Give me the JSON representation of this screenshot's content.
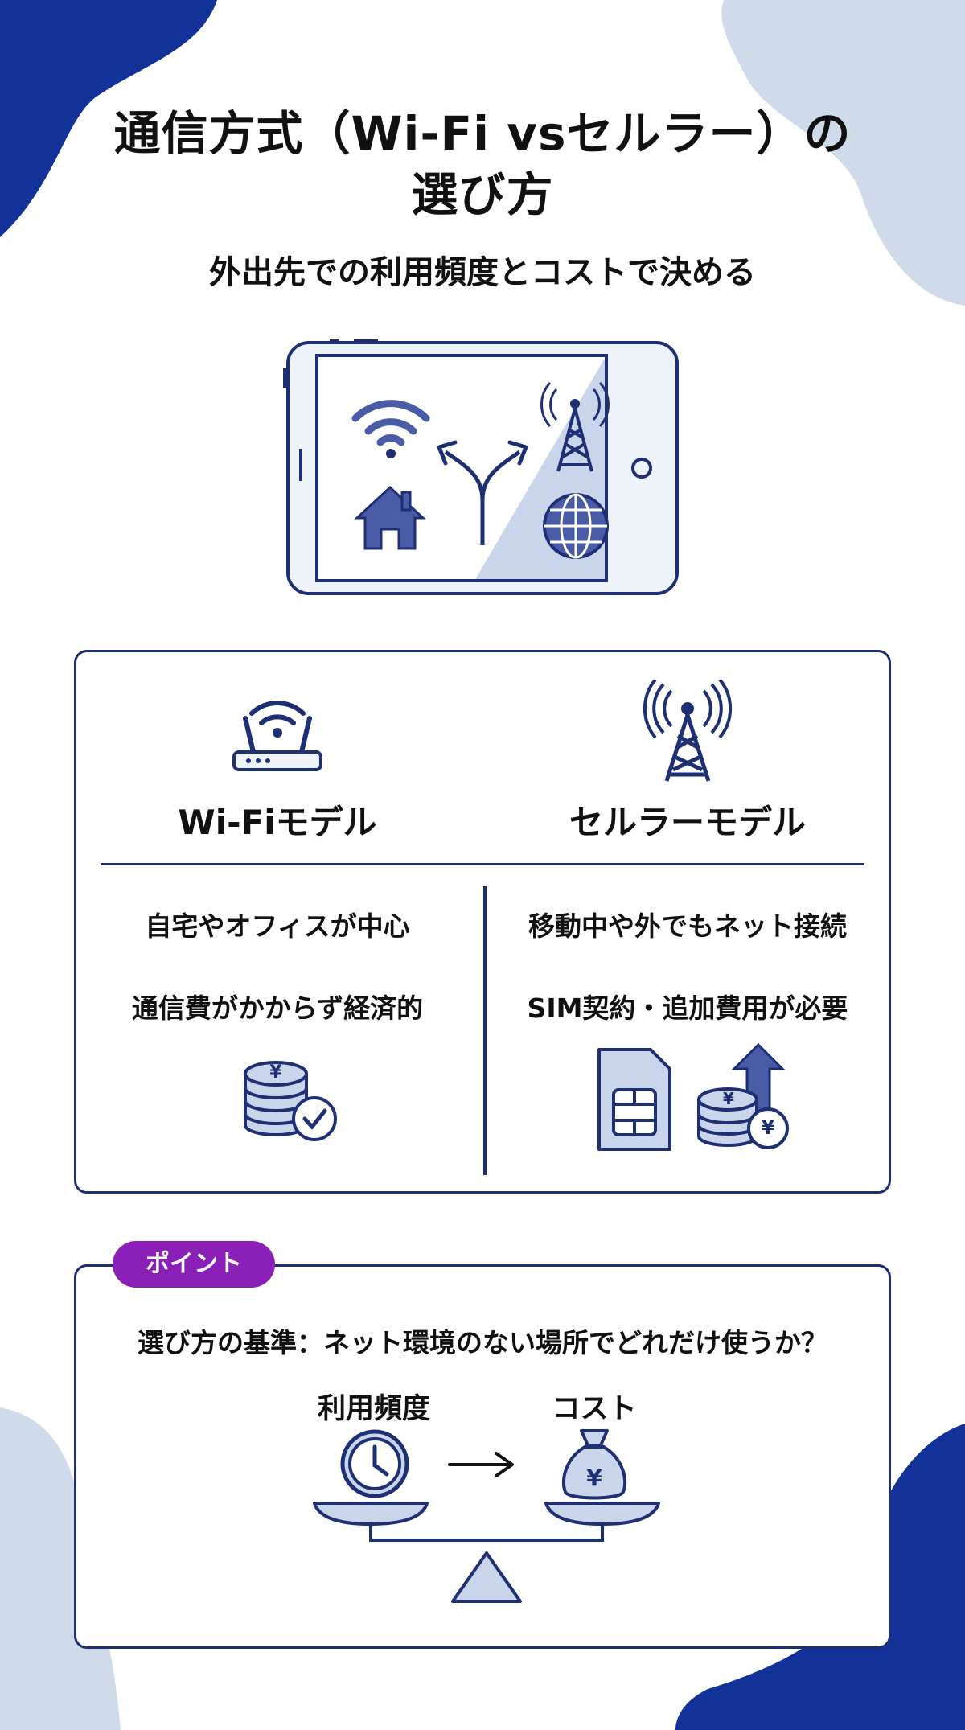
{
  "header": {
    "title_line1": "通信方式（Wi-Fi vsセルラー）の",
    "title_line2": "選び方",
    "subtitle": "外出先での利用頻度とコストで決める"
  },
  "comparison": {
    "wifi": {
      "title": "Wi-Fiモデル",
      "features": [
        "自宅やオフィスが中心",
        "通信費がかからず経済的"
      ]
    },
    "cellular": {
      "title": "セルラーモデル",
      "features": [
        "移動中や外でもネット接続",
        "SIM契約・追加費用が必要"
      ]
    }
  },
  "point": {
    "badge": "ポイント",
    "question": "選び方の基準：ネット環境のない場所でどれだけ使うか？",
    "left_label": "利用頻度",
    "right_label": "コスト"
  },
  "icons": {
    "yen_symbol": "¥"
  },
  "colors": {
    "navy": "#1f2f73",
    "accent_blue": "#4a5ba8",
    "light_blue": "#c9d5ea",
    "purple": "#8a20b8",
    "corner_blue": "#12329a"
  }
}
